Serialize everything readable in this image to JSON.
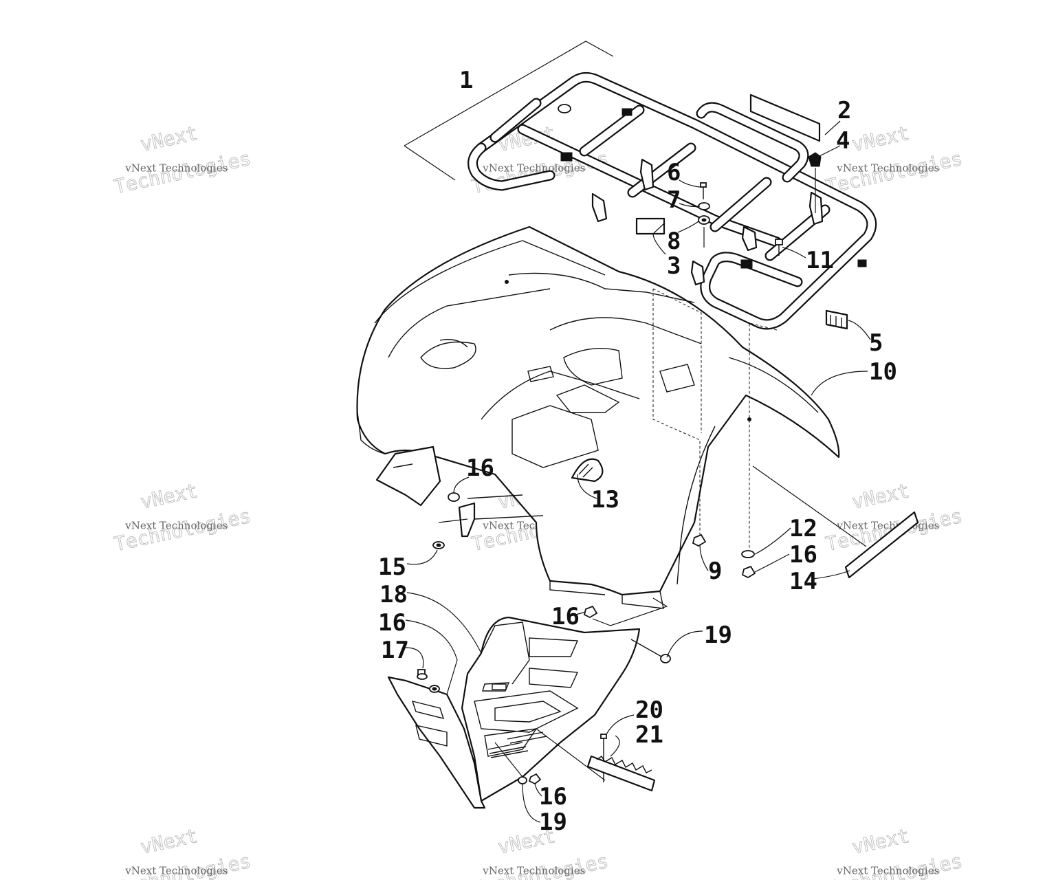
{
  "watermark_text": {
    "line1": "vNext",
    "line2": "Technologies",
    "small": "vNext Technologies"
  },
  "callouts": [
    {
      "id": "c1",
      "label": "1"
    },
    {
      "id": "c2",
      "label": "2"
    },
    {
      "id": "c3",
      "label": "3"
    },
    {
      "id": "c4",
      "label": "4"
    },
    {
      "id": "c5",
      "label": "5"
    },
    {
      "id": "c6",
      "label": "6"
    },
    {
      "id": "c7",
      "label": "7"
    },
    {
      "id": "c8",
      "label": "8"
    },
    {
      "id": "c9",
      "label": "9"
    },
    {
      "id": "c10",
      "label": "10"
    },
    {
      "id": "c11",
      "label": "11"
    },
    {
      "id": "c12",
      "label": "12"
    },
    {
      "id": "c13",
      "label": "13"
    },
    {
      "id": "c14",
      "label": "14"
    },
    {
      "id": "c15",
      "label": "15"
    },
    {
      "id": "c16a",
      "label": "16"
    },
    {
      "id": "c16b",
      "label": "16"
    },
    {
      "id": "c16c",
      "label": "16"
    },
    {
      "id": "c16d",
      "label": "16"
    },
    {
      "id": "c16e",
      "label": "16"
    },
    {
      "id": "c17",
      "label": "17"
    },
    {
      "id": "c18",
      "label": "18"
    },
    {
      "id": "c19a",
      "label": "19"
    },
    {
      "id": "c19b",
      "label": "19"
    },
    {
      "id": "c20",
      "label": "20"
    },
    {
      "id": "c21",
      "label": "21"
    }
  ]
}
